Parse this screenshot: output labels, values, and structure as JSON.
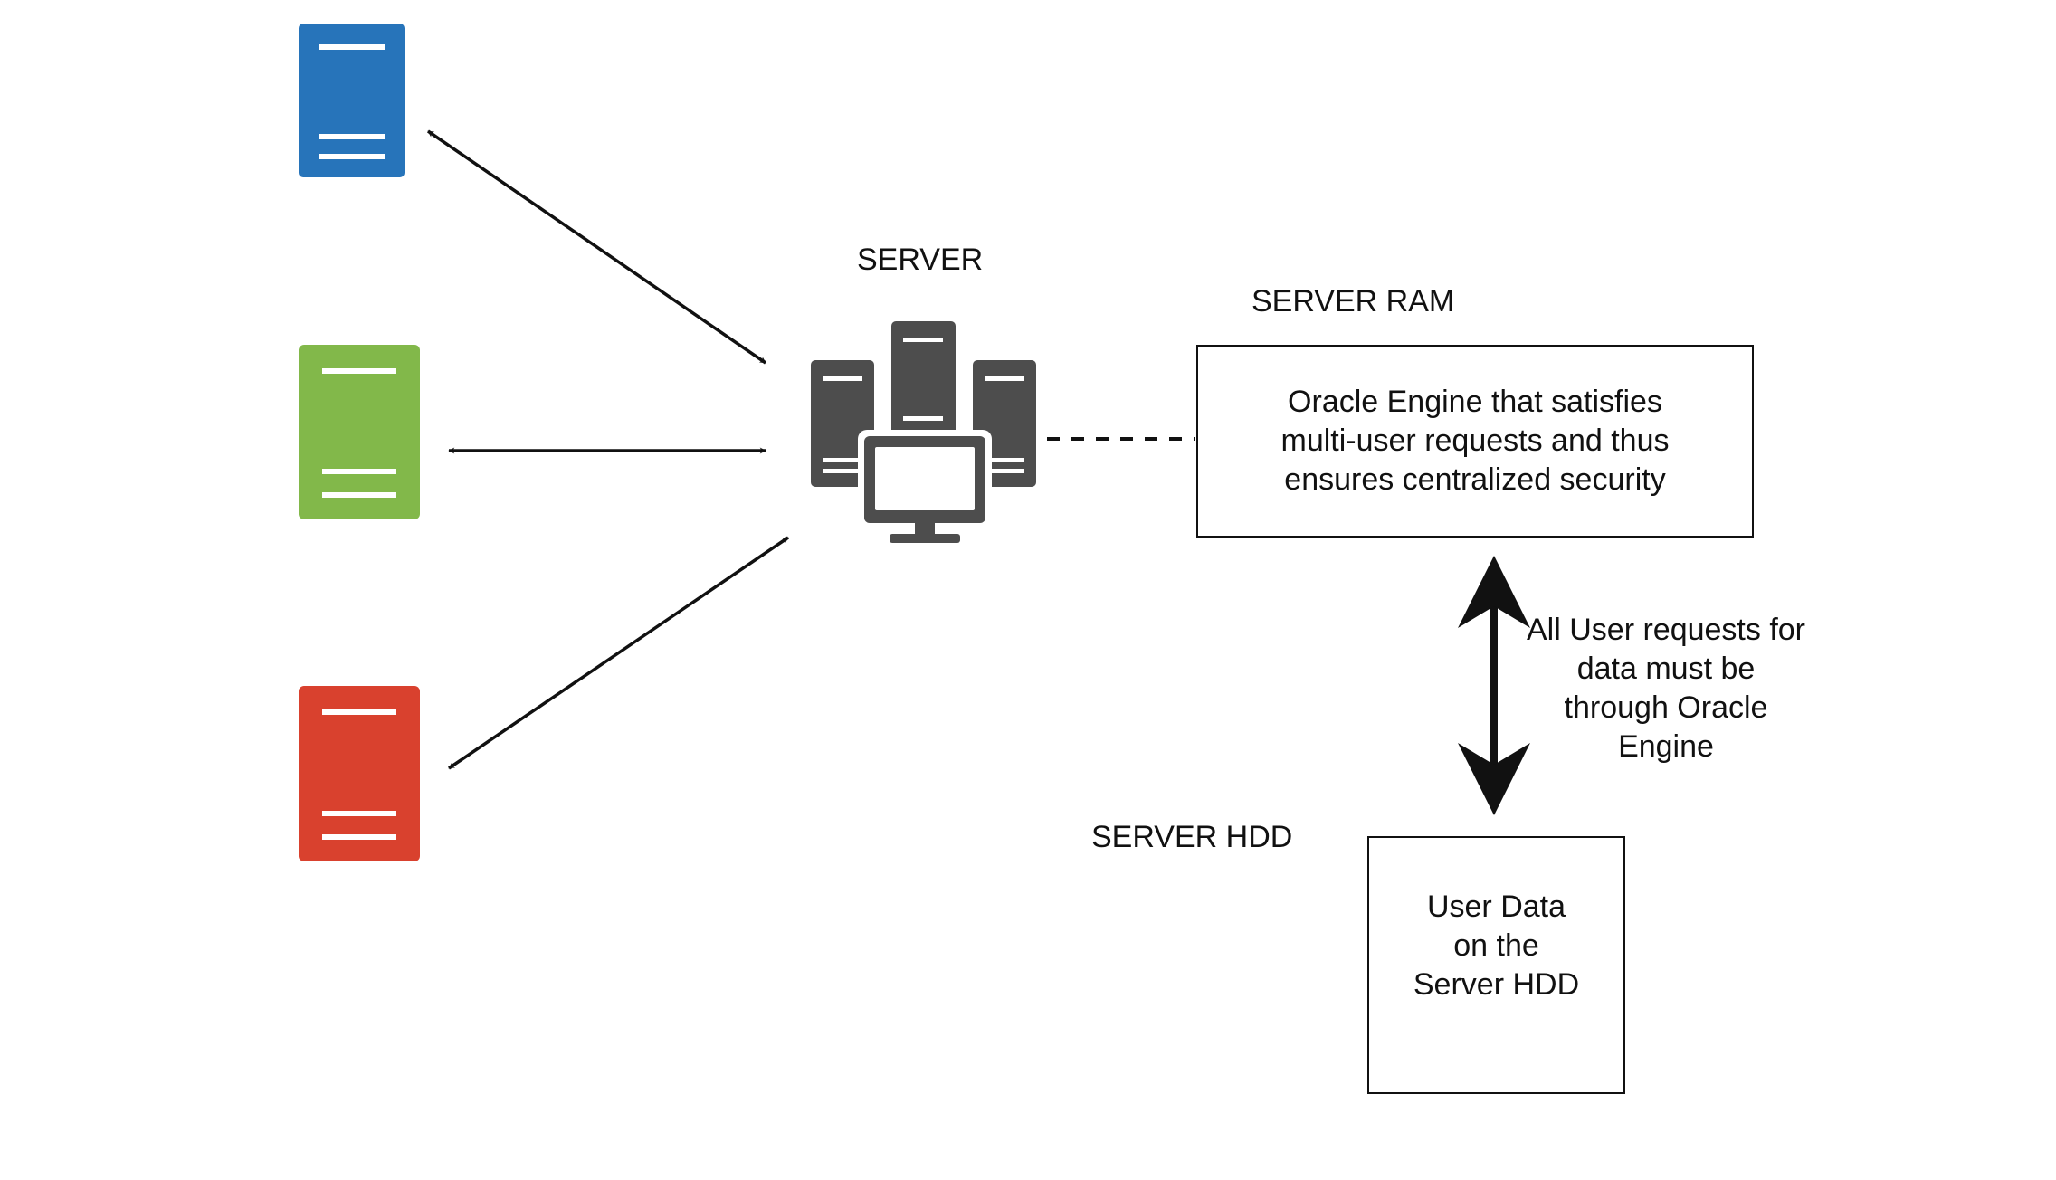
{
  "labels": {
    "server": "SERVER",
    "server_ram": "SERVER RAM",
    "server_hdd": "SERVER HDD"
  },
  "ram_box": {
    "lines": [
      "Oracle Engine that satisfies",
      "multi-user requests and thus",
      "ensures centralized security"
    ]
  },
  "hdd_box": {
    "lines": [
      "User Data",
      "on the",
      "Server HDD"
    ]
  },
  "connector_note": {
    "lines": [
      "All User requests for",
      "data must be",
      "through Oracle",
      "Engine"
    ]
  },
  "colors": {
    "client_top": "#2774BA",
    "client_middle": "#82B84A",
    "client_bottom": "#D9412E",
    "server_icon": "#4D4D4D",
    "line": "#111111"
  },
  "icons": {
    "clients": [
      "client-computer-icon",
      "client-computer-icon",
      "client-computer-icon"
    ],
    "server": "server-cluster-icon"
  }
}
